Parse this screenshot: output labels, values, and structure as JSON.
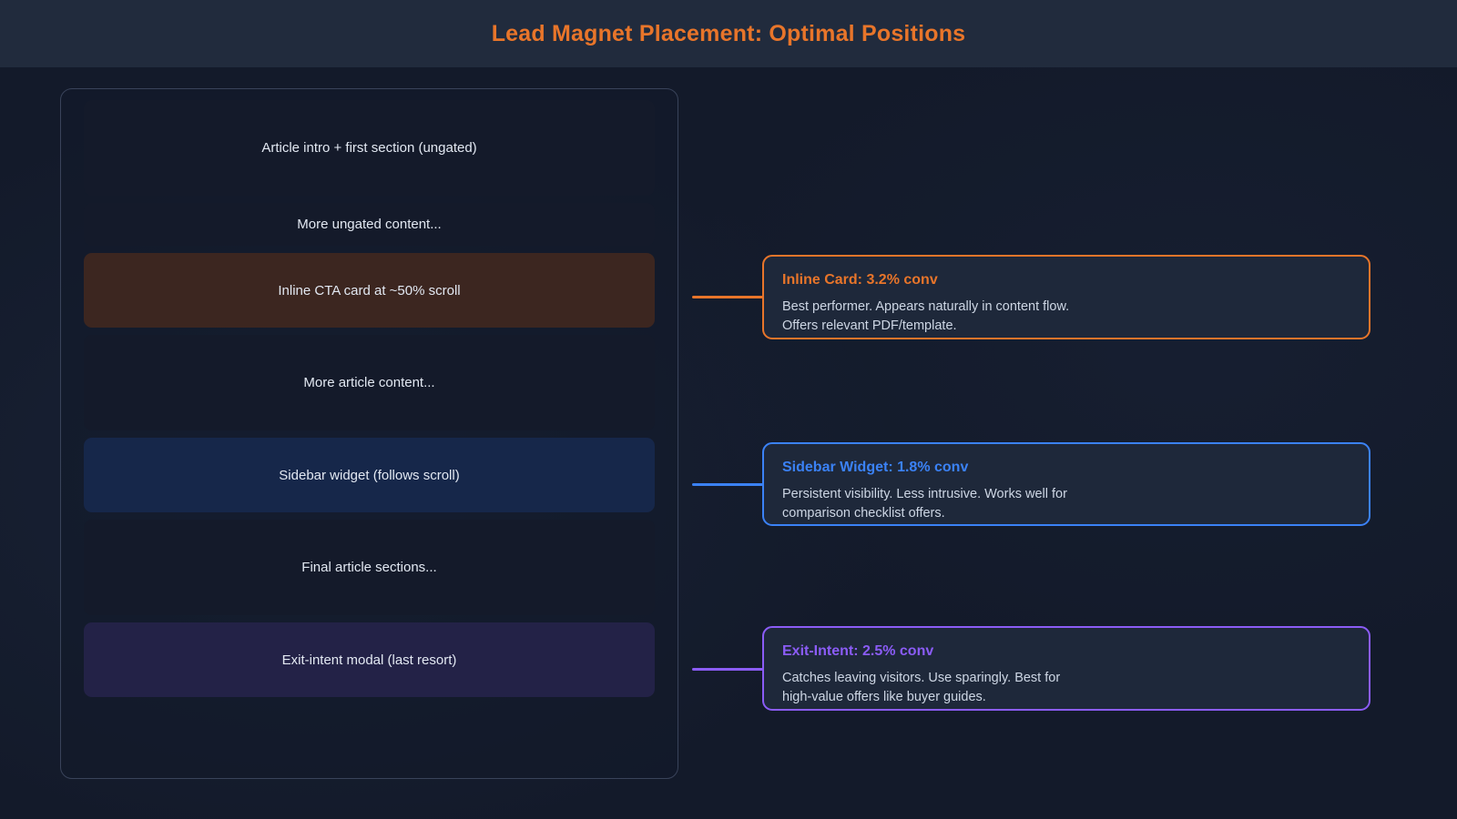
{
  "header": {
    "title": "Lead Magnet Placement: Optimal Positions",
    "accent_color": "#e8752a"
  },
  "page_mock": {
    "blocks": [
      {
        "label": "Article intro + first section (ungated)",
        "variant": "tall",
        "highlight": "none"
      },
      {
        "label": "More ungated content...",
        "variant": "short",
        "highlight": "none"
      },
      {
        "label": "Inline CTA card at ~50% scroll",
        "variant": "cta",
        "highlight": "orange"
      },
      {
        "label": "More article content...",
        "variant": "medium",
        "highlight": "none"
      },
      {
        "label": "Sidebar widget (follows scroll)",
        "variant": "sidebar",
        "highlight": "blue"
      },
      {
        "label": "Final article sections...",
        "variant": "medium",
        "highlight": "none"
      },
      {
        "label": "Exit-intent modal (last resort)",
        "variant": "exit",
        "highlight": "purple"
      }
    ]
  },
  "notes": [
    {
      "title": "Inline Card: 3.2% conv",
      "body": "Best performer. Appears naturally in content flow.\nOffers relevant PDF/template.",
      "color": "#e8752a",
      "conversion": "3.2%"
    },
    {
      "title": "Sidebar Widget: 1.8% conv",
      "body": "Persistent visibility. Less intrusive. Works well for\ncomparison checklist offers.",
      "color": "#3b82f6",
      "conversion": "1.8%"
    },
    {
      "title": "Exit-Intent: 2.5% conv",
      "body": "Catches leaving visitors. Use sparingly. Best for\nhigh-value offers like buyer guides.",
      "color": "#8b5cf6",
      "conversion": "2.5%"
    }
  ]
}
